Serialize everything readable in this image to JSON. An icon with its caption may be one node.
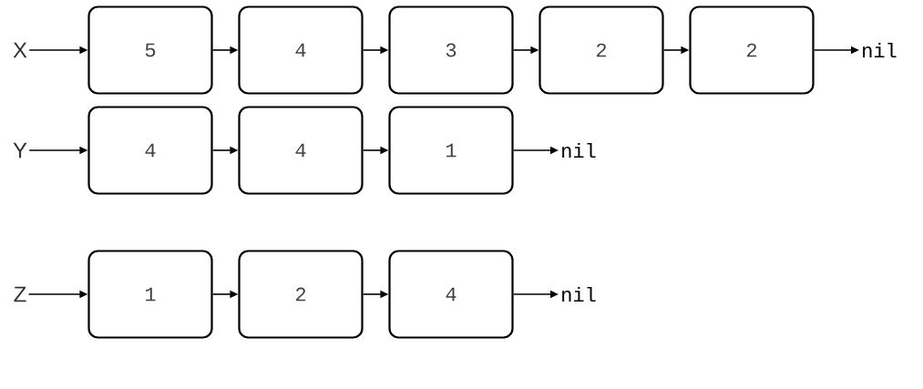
{
  "diagram": {
    "nodes": [
      {
        "text": [
          "X"
        ]
      },
      {
        "text": [
          "5"
        ]
      },
      {
        "text": [
          "4"
        ]
      },
      {
        "text": [
          "3"
        ]
      },
      {
        "text": [
          "2"
        ]
      },
      {
        "text": [
          "2"
        ]
      },
      {
        "text": [
          "nil"
        ]
      },
      {
        "text": [
          "Y"
        ]
      },
      {
        "text": [
          "4"
        ]
      },
      {
        "text": [
          "4"
        ]
      },
      {
        "text": [
          "1"
        ]
      },
      {
        "text": [
          "nil"
        ]
      },
      {
        "text": [
          "Z"
        ]
      },
      {
        "text": [
          "1"
        ]
      },
      {
        "text": [
          "2"
        ]
      },
      {
        "text": [
          "4"
        ]
      },
      {
        "text": [
          "nil"
        ]
      }
    ],
    "edges": [
      {
        "from": 0,
        "to": 1,
        "arrow": "to"
      },
      {
        "from": 1,
        "to": 2,
        "arrow": "to"
      },
      {
        "from": 2,
        "to": 3,
        "arrow": "to"
      },
      {
        "from": 3,
        "to": 4,
        "arrow": "to"
      },
      {
        "from": 4,
        "to": 5,
        "arrow": "to"
      },
      {
        "from": 5,
        "to": 6,
        "arrow": "to"
      },
      {
        "from": 7,
        "to": 8,
        "arrow": "to"
      },
      {
        "from": 8,
        "to": 9,
        "arrow": "to"
      },
      {
        "from": 9,
        "to": 10,
        "arrow": "to"
      },
      {
        "from": 10,
        "to": 11,
        "arrow": "to"
      },
      {
        "from": 12,
        "to": 13,
        "arrow": "to"
      },
      {
        "from": 13,
        "to": 14,
        "arrow": "to"
      },
      {
        "from": 14,
        "to": 15,
        "arrow": "to"
      },
      {
        "from": 15,
        "to": 16,
        "arrow": "to"
      }
    ]
  }
}
